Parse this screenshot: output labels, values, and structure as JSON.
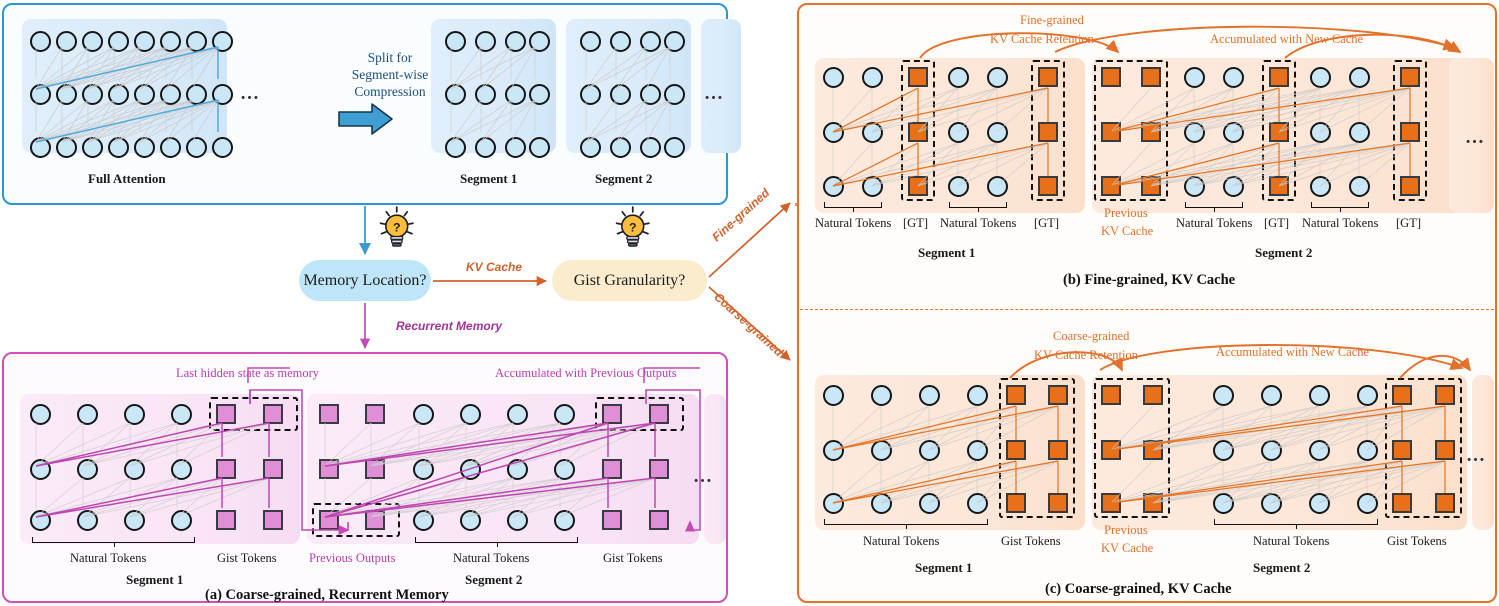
{
  "top_panel": {
    "full_attention_label": "Full Attention",
    "split_text_lines": [
      "Split for",
      "Segment-wise",
      "Compression"
    ],
    "segment1_label": "Segment 1",
    "segment2_label": "Segment 2",
    "ellipsis": "…",
    "border_color": "#2a96d6",
    "node_color": "#c9e7f7",
    "arrow_color": "#3d9ad1"
  },
  "decision": {
    "node1_label": "Memory Location?",
    "node2_label": "Gist Granularity?",
    "edge_kv_cache": "KV Cache",
    "edge_recurrent_memory": "Recurrent Memory",
    "edge_fine_grained": "Fine-grained",
    "edge_coarse_grained": "Coarse-grained",
    "bulb_icon": "lightbulb-question-icon",
    "node1_color": "#bfe6f8",
    "node2_color": "#fbeccd",
    "orange": "#d2622a",
    "magenta": "#a3329a"
  },
  "panel_a": {
    "title": "(a) Coarse-grained, Recurrent Memory",
    "border_color": "#cf51b8",
    "accent": "#b93fb0",
    "gist_color": "#e08ed6",
    "annotation_left": "Last hidden state as memory",
    "annotation_right": "Accumulated with Previous Outputs",
    "segments": [
      {
        "name": "Segment 1",
        "groups": [
          {
            "label": "Natural Tokens",
            "kind": "circle",
            "count": 4,
            "bracket": true,
            "dashed": false
          },
          {
            "label": "Gist Tokens",
            "kind": "square-pink",
            "count": 2,
            "bracket": false,
            "dashed": "top"
          }
        ]
      },
      {
        "name": "Segment 2",
        "groups": [
          {
            "label": "Previous Outputs",
            "kind": "square-pink",
            "count": 2,
            "bracket": false,
            "dashed": "bottom",
            "label_accent": true
          },
          {
            "label": "Natural Tokens",
            "kind": "circle",
            "count": 4,
            "bracket": true,
            "dashed": false
          },
          {
            "label": "Gist Tokens",
            "kind": "square-pink",
            "count": 2,
            "bracket": false,
            "dashed": "top"
          }
        ]
      }
    ],
    "ellipsis": "…"
  },
  "panel_b": {
    "title": "(b) Fine-grained, KV Cache",
    "border_color": "#e2712b",
    "accent": "#e2712b",
    "gist_color": "#e8701a",
    "annotation_left_lines": [
      "Fine-grained",
      "KV Cache Retention"
    ],
    "annotation_right": "Accumulated with New Cache",
    "segments": [
      {
        "name": "Segment 1",
        "groups": [
          {
            "label": "Natural Tokens",
            "kind": "circle",
            "count": 2,
            "bracket": true,
            "dashed": false
          },
          {
            "label": "[GT]",
            "kind": "square-orange",
            "count": 1,
            "bracket": false,
            "dashed": "all"
          },
          {
            "label": "Natural Tokens",
            "kind": "circle",
            "count": 2,
            "bracket": true,
            "dashed": false
          },
          {
            "label": "[GT]",
            "kind": "square-orange",
            "count": 1,
            "bracket": false,
            "dashed": "all"
          }
        ]
      },
      {
        "name": "Segment 2",
        "groups": [
          {
            "label": "Previous\nKV Cache",
            "kind": "square-orange",
            "count": 2,
            "bracket": false,
            "dashed": "all",
            "label_accent": true
          },
          {
            "label": "Natural Tokens",
            "kind": "circle",
            "count": 2,
            "bracket": true,
            "dashed": false
          },
          {
            "label": "[GT]",
            "kind": "square-orange",
            "count": 1,
            "bracket": false,
            "dashed": "all"
          },
          {
            "label": "Natural Tokens",
            "kind": "circle",
            "count": 2,
            "bracket": true,
            "dashed": false
          },
          {
            "label": "[GT]",
            "kind": "square-orange",
            "count": 1,
            "bracket": false,
            "dashed": "all"
          }
        ]
      }
    ],
    "previous_cache_label_line1": "Previous",
    "previous_cache_label_line2": "KV Cache",
    "ellipsis": "…"
  },
  "panel_c": {
    "title": "(c) Coarse-grained, KV Cache",
    "border_color": "#e2712b",
    "accent": "#e2712b",
    "gist_color": "#e8701a",
    "annotation_left_lines": [
      "Coarse-grained",
      "KV Cache Retention"
    ],
    "annotation_right": "Accumulated with New Cache",
    "segments": [
      {
        "name": "Segment 1",
        "groups": [
          {
            "label": "Natural Tokens",
            "kind": "circle",
            "count": 4,
            "bracket": true,
            "dashed": false
          },
          {
            "label": "Gist Tokens",
            "kind": "square-orange",
            "count": 2,
            "bracket": false,
            "dashed": "all"
          }
        ]
      },
      {
        "name": "Segment 2",
        "groups": [
          {
            "label": "Previous\nKV Cache",
            "kind": "square-orange",
            "count": 2,
            "bracket": false,
            "dashed": "all",
            "label_accent": true
          },
          {
            "label": "Natural Tokens",
            "kind": "circle",
            "count": 4,
            "bracket": true,
            "dashed": false
          },
          {
            "label": "Gist Tokens",
            "kind": "square-orange",
            "count": 2,
            "bracket": false,
            "dashed": "all"
          }
        ]
      }
    ],
    "previous_cache_label_line1": "Previous",
    "previous_cache_label_line2": "KV Cache",
    "ellipsis": "…"
  }
}
